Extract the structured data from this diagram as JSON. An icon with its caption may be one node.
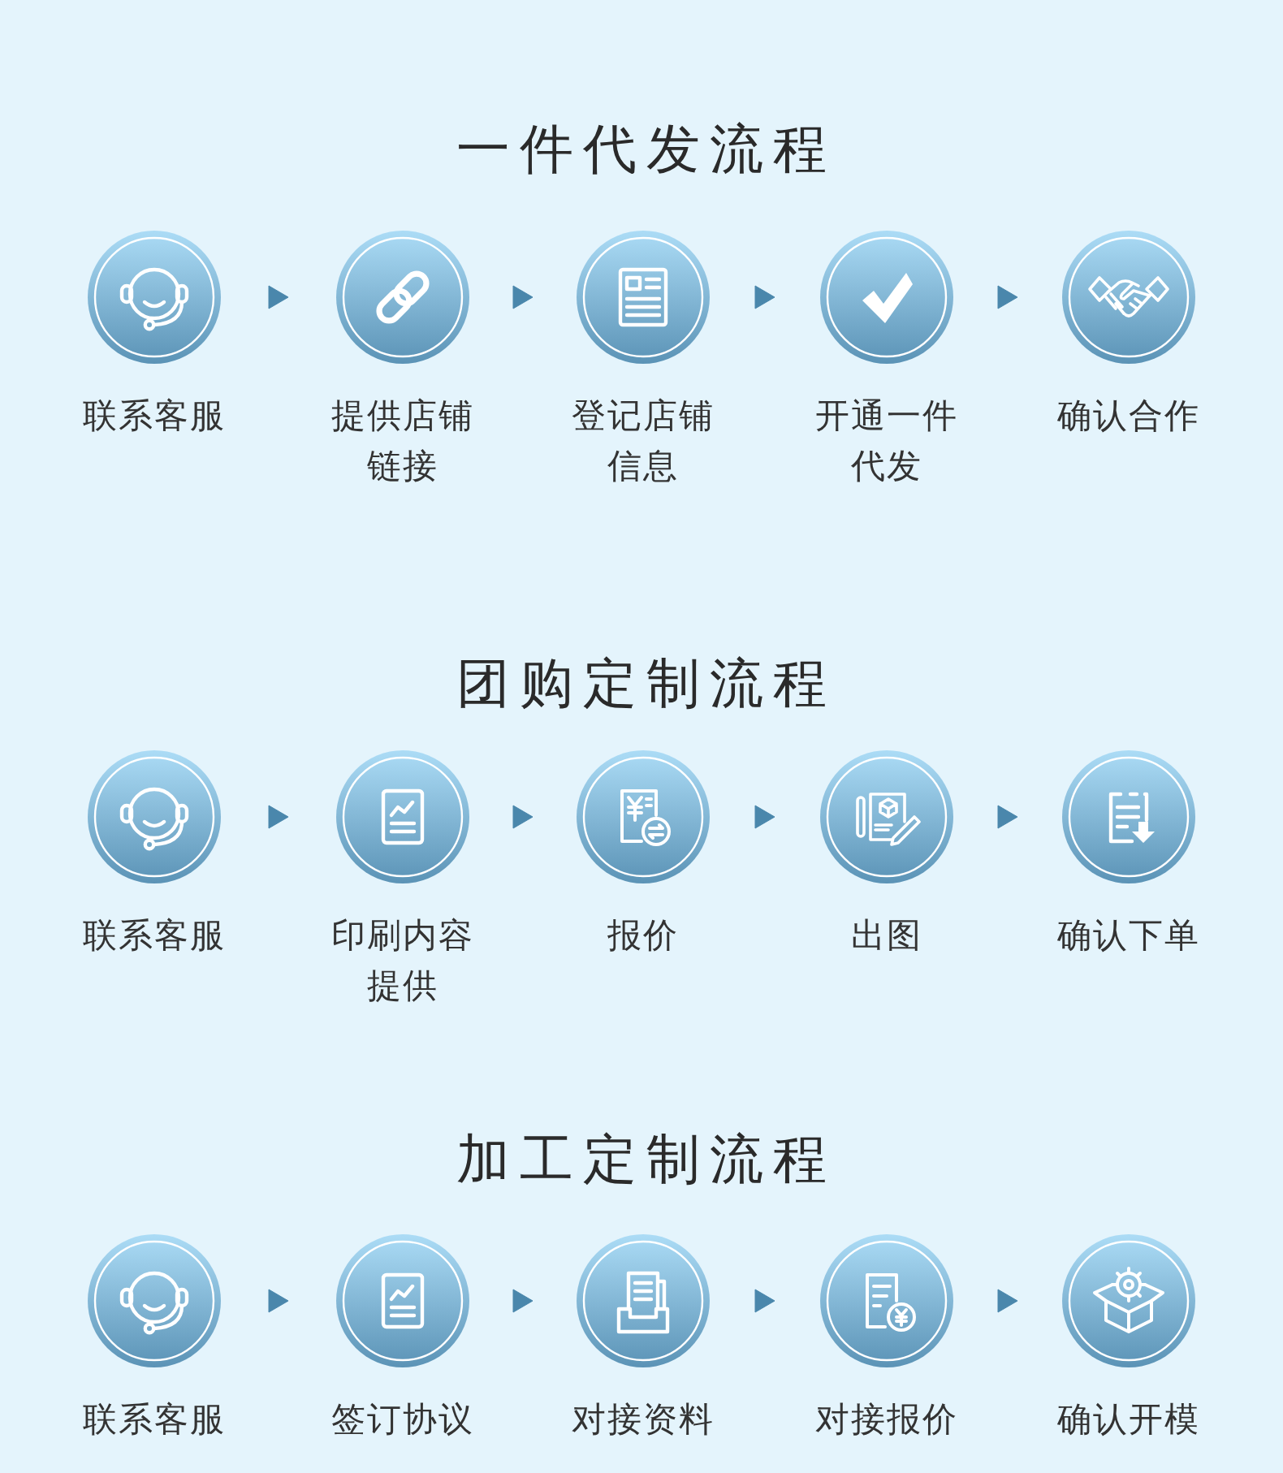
{
  "diagram": {
    "nodes": [
      {
        "text": [
          "联系客服"
        ]
      },
      {
        "text": [
          "提供店铺链接"
        ]
      },
      {
        "text": [
          "登记店铺信息"
        ]
      },
      {
        "text": [
          "开通一件代发"
        ]
      },
      {
        "text": [
          "确认合作"
        ]
      },
      {
        "text": [
          "联系客服"
        ]
      },
      {
        "text": [
          "印刷内容提供"
        ]
      },
      {
        "text": [
          "报价"
        ]
      },
      {
        "text": [
          "出图"
        ]
      },
      {
        "text": [
          "确认下单"
        ]
      },
      {
        "text": [
          "联系客服"
        ]
      },
      {
        "text": [
          "签订协议"
        ]
      },
      {
        "text": [
          "对接资料"
        ]
      },
      {
        "text": [
          "对接报价"
        ]
      },
      {
        "text": [
          "确认开模"
        ]
      }
    ],
    "edges": [
      {
        "from": 0,
        "to": 1,
        "arrow": "to"
      },
      {
        "from": 1,
        "to": 2,
        "arrow": "to"
      },
      {
        "from": 2,
        "to": 3,
        "arrow": "to"
      },
      {
        "from": 3,
        "to": 4,
        "arrow": "to"
      },
      {
        "from": 5,
        "to": 6,
        "arrow": "to"
      },
      {
        "from": 6,
        "to": 7,
        "arrow": "to"
      },
      {
        "from": 7,
        "to": 8,
        "arrow": "to"
      },
      {
        "from": 8,
        "to": 9,
        "arrow": "to"
      },
      {
        "from": 10,
        "to": 11,
        "arrow": "to"
      },
      {
        "from": 11,
        "to": 12,
        "arrow": "to"
      },
      {
        "from": 12,
        "to": 13,
        "arrow": "to"
      },
      {
        "from": 13,
        "to": 14,
        "arrow": "to"
      }
    ],
    "labels": [
      "一件代发流程",
      "团购定制流程",
      "加工定制流程"
    ]
  }
}
